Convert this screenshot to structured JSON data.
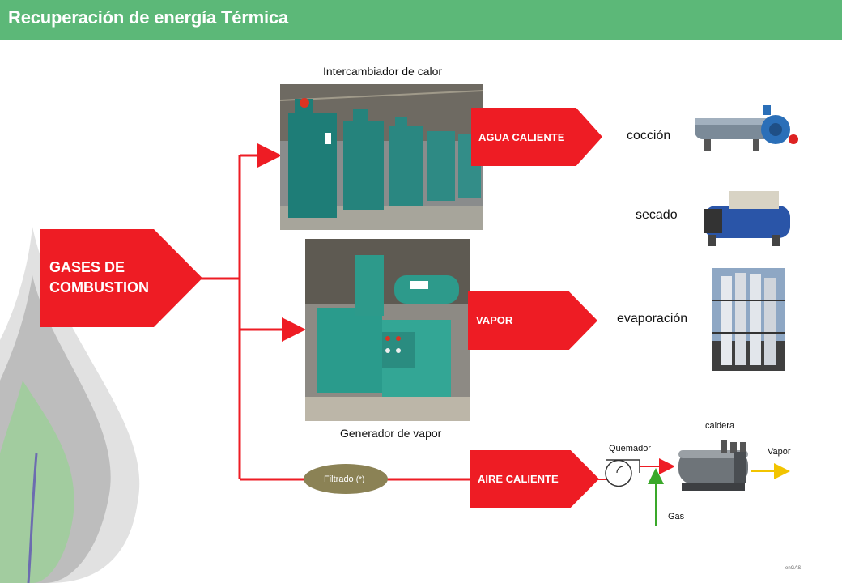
{
  "header": {
    "title": "Recuperación de energía Térmica"
  },
  "source": {
    "label": "GASES DE COMBUSTION",
    "line1": "GASES DE",
    "line2": "COMBUSTION"
  },
  "branches": {
    "heat_exchanger": {
      "caption": "Intercambiador de calor",
      "output": "AGUA CALIENTE"
    },
    "steam_generator": {
      "caption": "Generador de vapor",
      "output": "VAPOR"
    },
    "hot_air": {
      "filter": "Filtrado",
      "filter_note": "(*)",
      "output": "AIRE CALIENTE"
    }
  },
  "uses": {
    "coccion": "cocción",
    "secado": "secado",
    "evaporacion": "evaporación"
  },
  "boiler": {
    "caldera": "caldera",
    "quemador": "Quemador",
    "vapor": "Vapor",
    "gas": "Gas"
  },
  "footer": {
    "logo": "enGAS"
  },
  "colors": {
    "header": "#5cb878",
    "accent": "#ee1c24",
    "filter": "#8b8255"
  }
}
